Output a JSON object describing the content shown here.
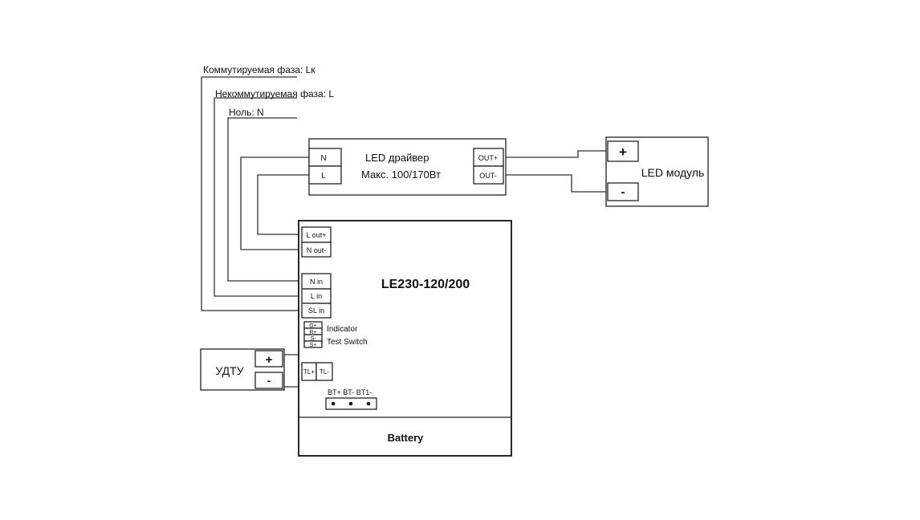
{
  "phase_labels": {
    "switched_phase": "Коммутируемая фаза: Lк",
    "unswitched_phase": "Некоммутируемая фаза: L",
    "neutral": "Ноль: N"
  },
  "led_driver": {
    "title": "LED драйвер",
    "subtitle": "Макс. 100/170Вт",
    "terminal_n": "N",
    "terminal_l": "L",
    "out_plus": "OUT+",
    "out_minus": "OUT-"
  },
  "led_module": {
    "title": "LED модуль",
    "plus": "+",
    "minus": "-"
  },
  "unit": {
    "model": "LE230-120/200",
    "l_out": "L out+",
    "n_out": "N out-",
    "n_in": "N in",
    "l_in": "L in",
    "sl_in": "SL in",
    "ind_pins": [
      "G+",
      "R+",
      "S-",
      "S+"
    ],
    "indicator": "Indicator",
    "test_switch": "Test Switch",
    "tl_plus": "TL+",
    "tl_minus": "TL-",
    "bt_label": "BT+ BT- BT1-",
    "battery": "Battery"
  },
  "udtu": {
    "title": "УДТУ",
    "plus": "+",
    "minus": "-"
  }
}
